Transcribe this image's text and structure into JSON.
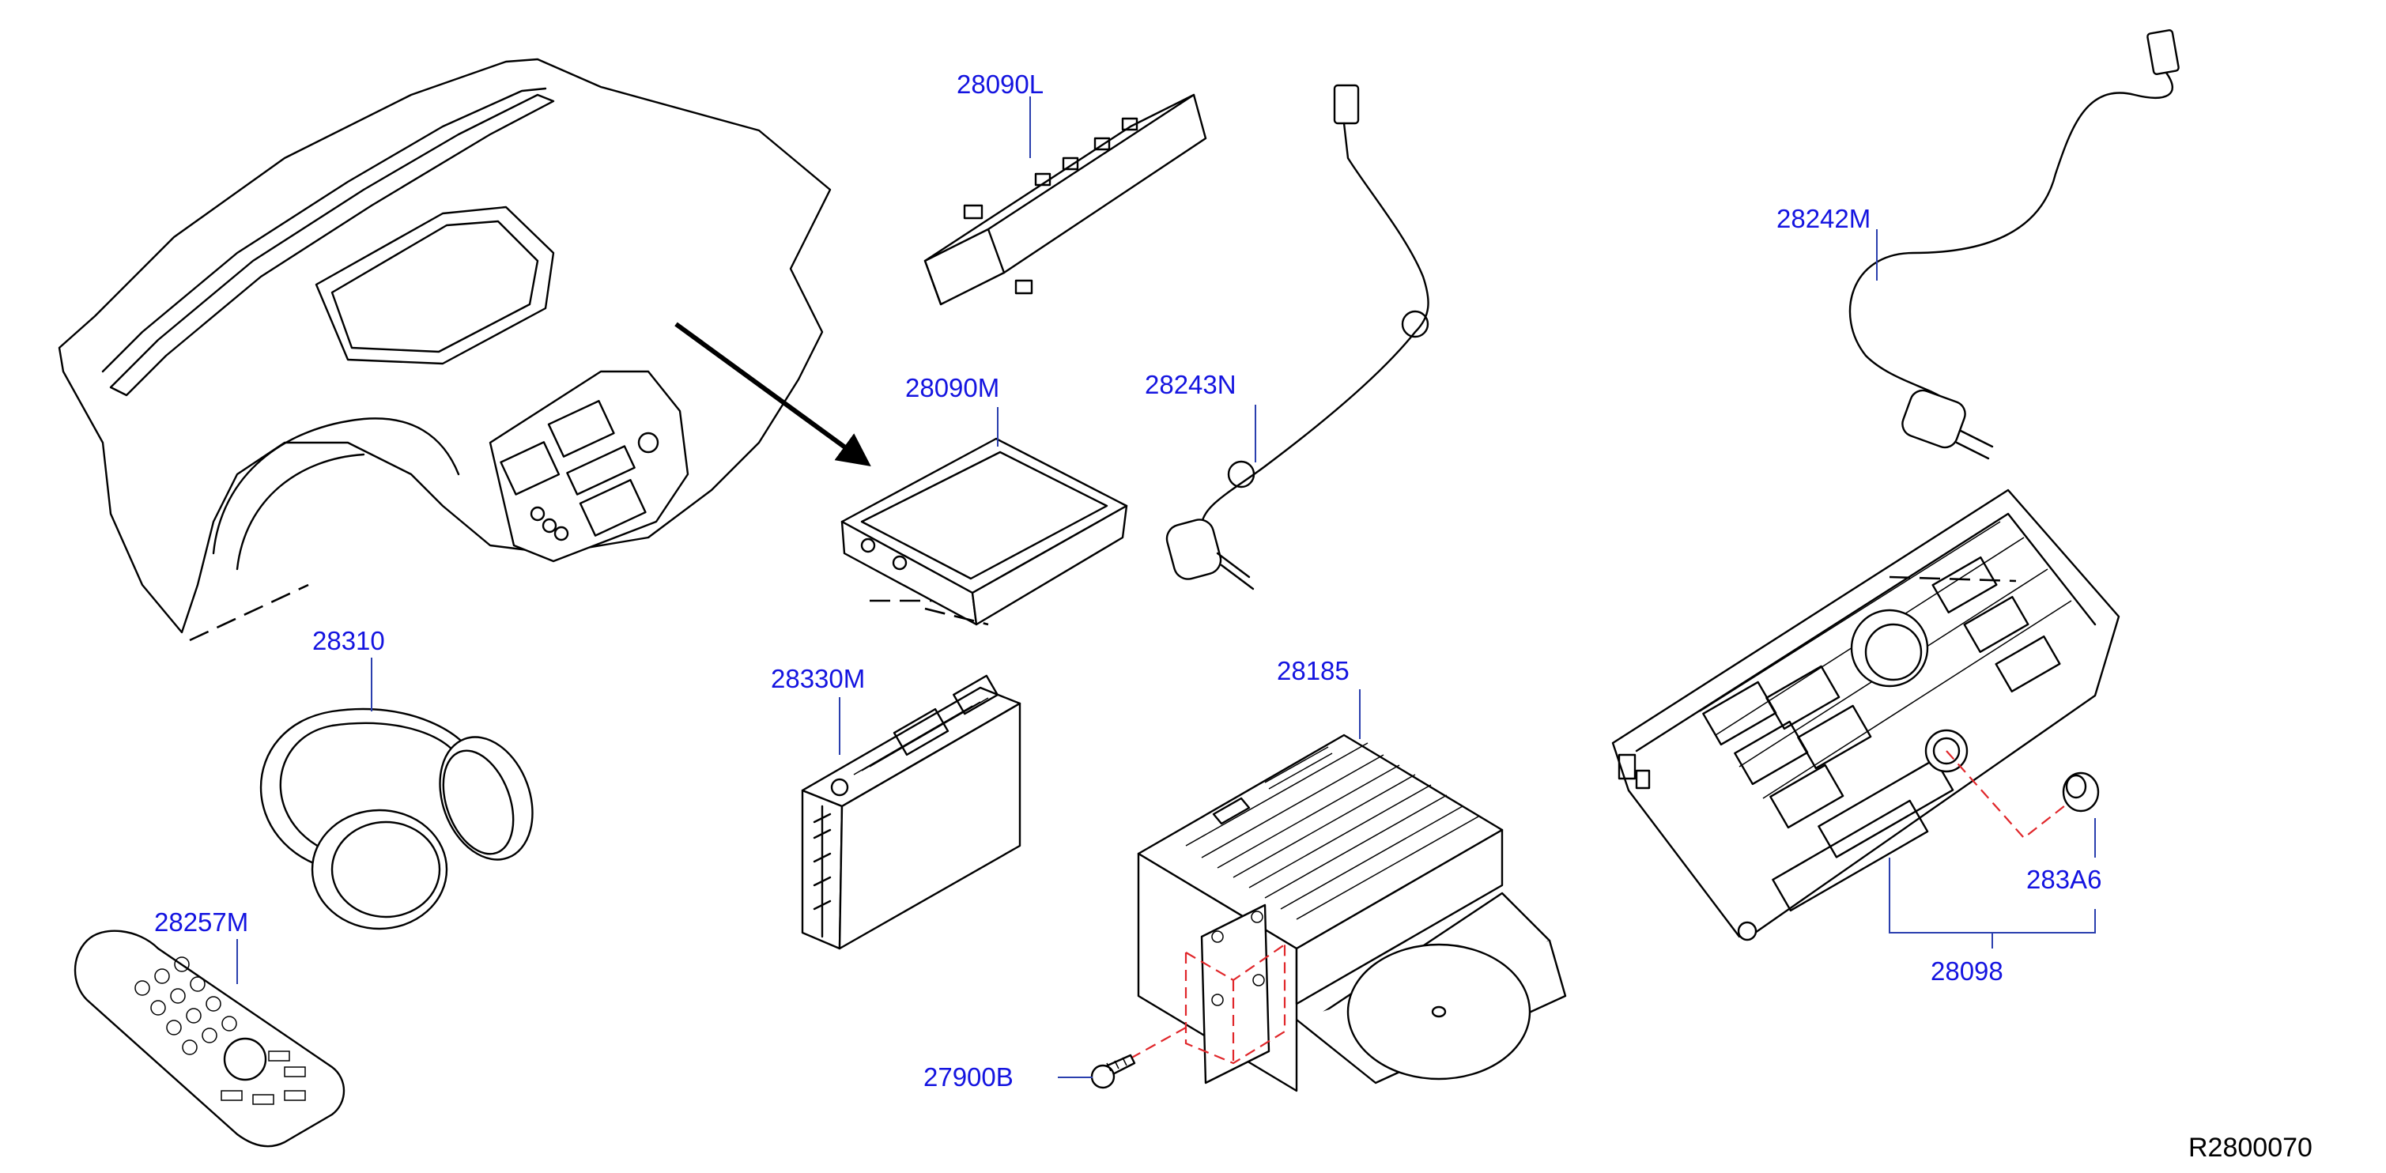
{
  "parts": [
    {
      "id": "instrument-panel",
      "label": ""
    },
    {
      "id": "28090L",
      "label": "28090L"
    },
    {
      "id": "28090M",
      "label": "28090M"
    },
    {
      "id": "28243N",
      "label": "28243N"
    },
    {
      "id": "28242M",
      "label": "28242M"
    },
    {
      "id": "28310",
      "label": "28310"
    },
    {
      "id": "28257M",
      "label": "28257M"
    },
    {
      "id": "28330M",
      "label": "28330M"
    },
    {
      "id": "28185",
      "label": "28185"
    },
    {
      "id": "27900B",
      "label": "27900B"
    },
    {
      "id": "28098",
      "label": "28098"
    },
    {
      "id": "283A6",
      "label": "283A6"
    }
  ],
  "diagram_ref": "R2800070",
  "colors": {
    "label": "#1414e0",
    "leader": "#2a3fae",
    "hidden_line": "#e0262a",
    "outline": "#000000"
  }
}
